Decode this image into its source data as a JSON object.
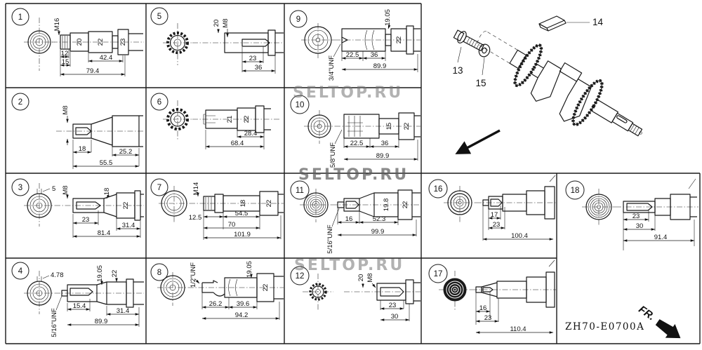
{
  "watermark": "SELTOP.RU",
  "drawing_code": "ZH70-E0700A",
  "fr_label": "FR.",
  "illustration": {
    "part_refs": {
      "bolt": "13",
      "washer": "14",
      "key": "15"
    }
  },
  "cells": [
    {
      "id": "1",
      "labels": {
        "thread": "M16",
        "d1": "20",
        "d2": "22",
        "d3": "23",
        "l1": "12",
        "l2": "15",
        "l3": "42.4",
        "l4": "79.4"
      }
    },
    {
      "id": "2",
      "labels": {
        "thread": "M8",
        "l1": "18",
        "l2": "25.2",
        "l3": "55.5"
      }
    },
    {
      "id": "3",
      "labels": {
        "key_w": "5",
        "thread": "M8",
        "d1": "18",
        "d2": "22",
        "l1": "23",
        "l2": "31.4",
        "l3": "81.4"
      }
    },
    {
      "id": "4",
      "labels": {
        "key_w": "4.78",
        "d1": "19.05",
        "d2": "22",
        "thread": "5/16\"UNF",
        "l1": "15.4",
        "l2": "31.4",
        "l3": "89.9"
      }
    },
    {
      "id": "5",
      "labels": {
        "d1": "20",
        "thread": "M8",
        "l1": "23",
        "l2": "36"
      }
    },
    {
      "id": "6",
      "labels": {
        "d1": "21",
        "d2": "22",
        "l1": "28.4",
        "l2": "68.4"
      }
    },
    {
      "id": "7",
      "labels": {
        "thread": "M14",
        "d1": "18",
        "d2": "22",
        "l1": "12.5",
        "l2": "54.5",
        "l3": "70",
        "l4": "101.9"
      }
    },
    {
      "id": "8",
      "labels": {
        "thread": "1/2\"UNF",
        "d1": "19.05",
        "d2": "22",
        "l1": "26.2",
        "l2": "39.6",
        "l3": "94.2"
      }
    },
    {
      "id": "9",
      "labels": {
        "thread": "3/4\"UNF",
        "d1": "19.05",
        "d2": "22",
        "l1": "22.5",
        "l2": "36",
        "l3": "89.9"
      }
    },
    {
      "id": "10",
      "labels": {
        "thread": "5/8\"UNF",
        "d1": "15",
        "d2": "22",
        "l1": "22.5",
        "l2": "36",
        "l3": "89.9"
      }
    },
    {
      "id": "11",
      "labels": {
        "thread": "5/16\"UNF",
        "d1": "19.8",
        "d2": "22",
        "l1": "16",
        "l2": "52.3",
        "l3": "99.9"
      }
    },
    {
      "id": "12",
      "labels": {
        "d1": "20",
        "thread": "M8",
        "l1": "23",
        "l2": "30"
      }
    },
    {
      "id": "16",
      "labels": {
        "l1": "17",
        "l2": "23",
        "l3": "100.4"
      }
    },
    {
      "id": "17",
      "labels": {
        "l1": "16",
        "l2": "23",
        "l3": "110.4"
      }
    },
    {
      "id": "18",
      "labels": {
        "l1": "23",
        "l2": "30",
        "l3": "91.4"
      }
    }
  ]
}
